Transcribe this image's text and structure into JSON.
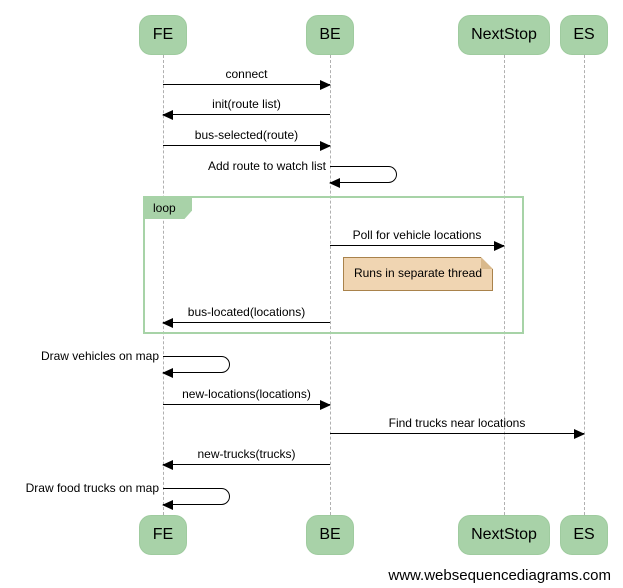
{
  "diagram": {
    "type": "sequence-diagram",
    "source_credit": "www.websequencediagrams.com",
    "colors": {
      "actor_fill": "#a8d2a8",
      "loop_frame_border": "#a7d3a7",
      "note_fill": "#f0d5b2",
      "note_border": "#a9824b",
      "lifeline": "#b0b0b0",
      "arrow": "#000000",
      "background": "#ffffff"
    },
    "actors": [
      {
        "id": "fe",
        "label": "FE"
      },
      {
        "id": "be",
        "label": "BE"
      },
      {
        "id": "nextstop",
        "label": "NextStop"
      },
      {
        "id": "es",
        "label": "ES"
      }
    ],
    "loop_frame": {
      "label": "loop",
      "contains": [
        "Poll for vehicle locations",
        "bus-located(locations)"
      ]
    },
    "note": {
      "text": "Runs in separate thread",
      "attached_between": [
        "BE",
        "NextStop"
      ]
    },
    "messages": [
      {
        "label": "connect",
        "from": "FE",
        "to": "BE",
        "kind": "arrow"
      },
      {
        "label": "init(route list)",
        "from": "BE",
        "to": "FE",
        "kind": "arrow"
      },
      {
        "label": "bus-selected(route)",
        "from": "FE",
        "to": "BE",
        "kind": "arrow"
      },
      {
        "label": "Add route to watch list",
        "from": "BE",
        "to": "BE",
        "kind": "self"
      },
      {
        "label": "Poll for vehicle locations",
        "from": "BE",
        "to": "NextStop",
        "kind": "arrow"
      },
      {
        "label": "bus-located(locations)",
        "from": "BE",
        "to": "FE",
        "kind": "arrow"
      },
      {
        "label": "Draw vehicles on map",
        "from": "FE",
        "to": "FE",
        "kind": "self"
      },
      {
        "label": "new-locations(locations)",
        "from": "FE",
        "to": "BE",
        "kind": "arrow"
      },
      {
        "label": "Find trucks near locations",
        "from": "BE",
        "to": "ES",
        "kind": "arrow"
      },
      {
        "label": "new-trucks(trucks)",
        "from": "BE",
        "to": "FE",
        "kind": "arrow"
      },
      {
        "label": "Draw food trucks on map",
        "from": "FE",
        "to": "FE",
        "kind": "self"
      }
    ]
  }
}
